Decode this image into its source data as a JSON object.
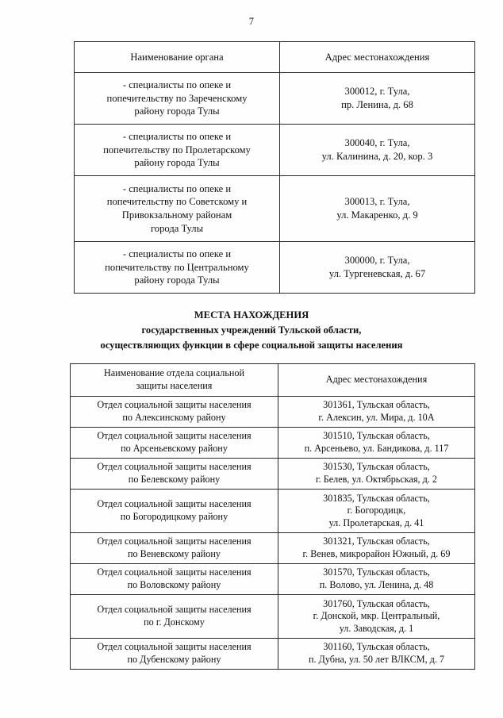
{
  "page": {
    "number": "7"
  },
  "table1": {
    "headers": [
      "Наименование органа",
      "Адрес местонахождения"
    ],
    "rows": [
      {
        "name": [
          "- специалисты по опеке и",
          "попечительству по Зареченскому",
          "району города Тулы"
        ],
        "address": [
          "300012, г. Тула,",
          "пр. Ленина, д. 68"
        ]
      },
      {
        "name": [
          "- специалисты по опеке и",
          "попечительству по Пролетарскому",
          "району города Тулы"
        ],
        "address": [
          "300040, г. Тула,",
          "ул. Калинина, д. 20, кор. 3"
        ]
      },
      {
        "name": [
          "- специалисты по опеке и",
          "попечительству по Советскому и",
          "Привокзальному районам",
          "города Тулы"
        ],
        "address": [
          "300013, г. Тула,",
          "ул. Макаренко, д. 9"
        ]
      },
      {
        "name": [
          "- специалисты по опеке и",
          "попечительству по Центральному",
          "району города Тулы"
        ],
        "address": [
          "300000, г. Тула,",
          "ул. Тургеневская, д. 67"
        ]
      }
    ]
  },
  "heading": {
    "line1": "МЕСТА НАХОЖДЕНИЯ",
    "line2": "государственных учреждений Тульской области,",
    "line3": "осуществляющих функции в сфере социальной защиты населения"
  },
  "table2": {
    "headers": [
      "Наименование отдела социальной защиты населения",
      "Адрес местонахождения"
    ],
    "header_lines": {
      "col1": [
        "Наименование отдела социальной",
        "защиты населения"
      ],
      "col2": [
        "Адрес местонахождения"
      ]
    },
    "rows": [
      {
        "name": [
          "Отдел социальной защиты населения",
          "по Алексинскому району"
        ],
        "address": [
          "301361, Тульская область,",
          "г. Алексин, ул. Мира, д. 10А"
        ]
      },
      {
        "name": [
          "Отдел социальной защиты населения",
          "по Арсеньевскому району"
        ],
        "address": [
          "301510, Тульская область,",
          "п. Арсеньево, ул. Бандикова, д. 117"
        ]
      },
      {
        "name": [
          "Отдел социальной защиты населения",
          "по Белевскому району"
        ],
        "address": [
          "301530, Тульская область,",
          "г. Белев, ул. Октябрьская, д. 2"
        ]
      },
      {
        "name": [
          "Отдел социальной защиты населения",
          "по Богородицкому району"
        ],
        "address": [
          "301835, Тульская область,",
          "г. Богородицк,",
          "ул. Пролетарская, д. 41"
        ]
      },
      {
        "name": [
          "Отдел социальной защиты населения",
          "по Веневскому району"
        ],
        "address": [
          "301321, Тульская область,",
          "г. Венев, микрорайон Южный, д. 69"
        ]
      },
      {
        "name": [
          "Отдел социальной защиты населения",
          "по Воловскому району"
        ],
        "address": [
          "301570, Тульская область,",
          "п. Волово, ул. Ленина, д. 48"
        ]
      },
      {
        "name": [
          "Отдел социальной защиты населения",
          "по г. Донскому"
        ],
        "address": [
          "301760, Тульская область,",
          "г. Донской, мкр. Центральный,",
          "ул. Заводская, д. 1"
        ]
      },
      {
        "name": [
          "Отдел социальной защиты населения",
          "по Дубенскому району"
        ],
        "address": [
          "301160, Тульская область,",
          "п. Дубна, ул. 50 лет ВЛКСМ, д. 7"
        ]
      }
    ]
  }
}
